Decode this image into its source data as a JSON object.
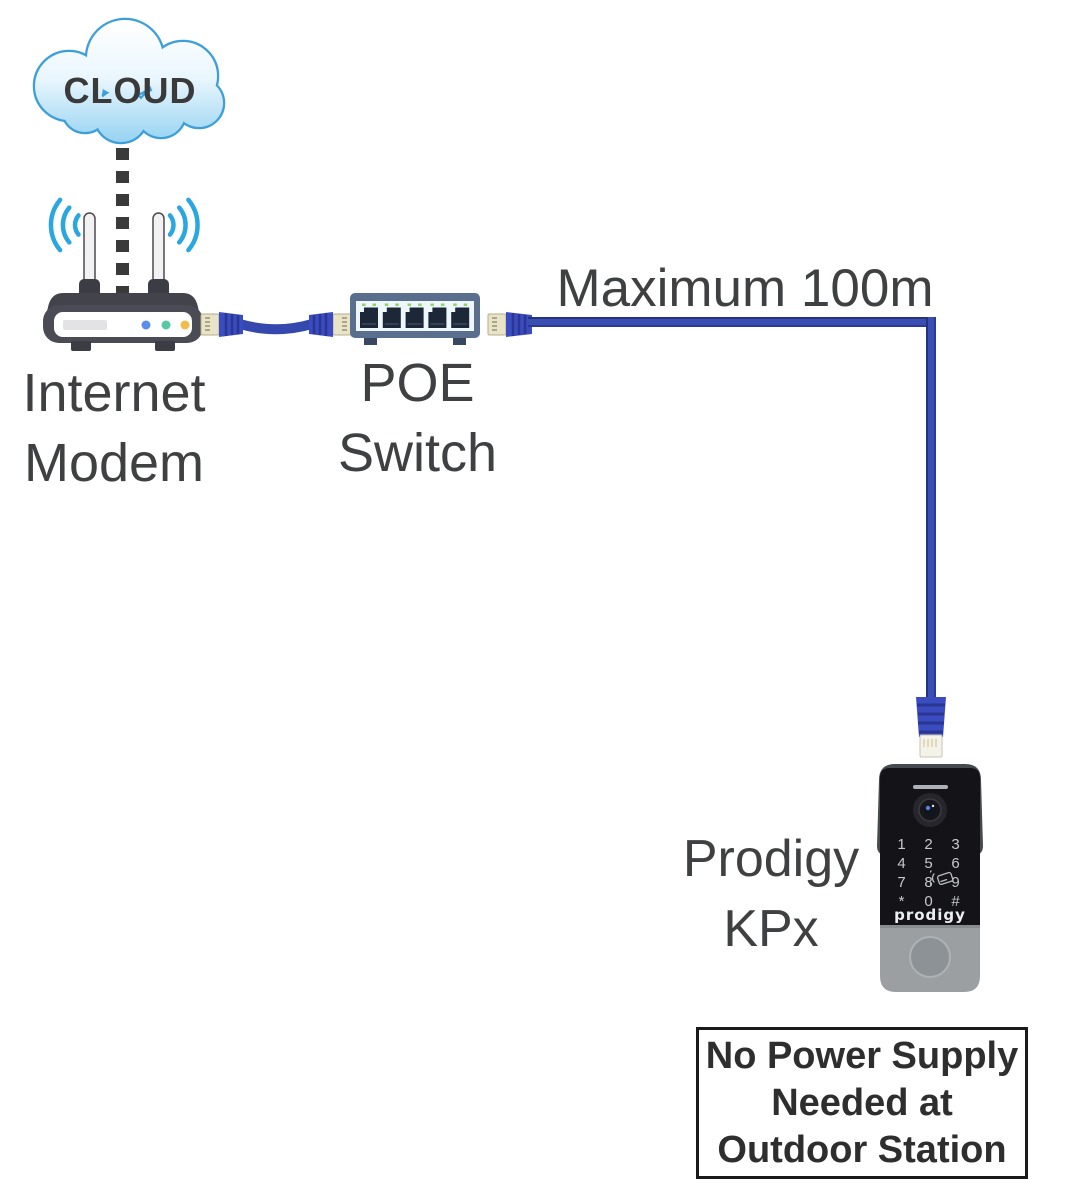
{
  "cloud": {
    "label": "CLOUD"
  },
  "modem": {
    "label": [
      "Internet",
      "Modem"
    ]
  },
  "poe_switch": {
    "label": [
      "POE",
      "Switch"
    ],
    "port_count": 5
  },
  "cable": {
    "max_length_label": "Maximum 100m"
  },
  "door_station": {
    "label": [
      "Prodigy",
      "KPx"
    ],
    "brand_logo": "prodigy",
    "keypad_keys": [
      "1",
      "2",
      "3",
      "4",
      "5",
      "6",
      "7",
      "8",
      "9",
      "*",
      "0",
      "#"
    ]
  },
  "note": {
    "lines": [
      "No Power Supply",
      "Needed at",
      "Outdoor Station"
    ]
  },
  "colors": {
    "cable_blue": "#3b4fb3",
    "cable_blue_dark": "#24337f",
    "wifi_arc_blue": "#2aa7e0",
    "cloud_stroke_blue": "#3d9fd9",
    "led_green": "#8fd36a",
    "label_text": "#3f4042",
    "note_border": "#1a1a1a"
  }
}
